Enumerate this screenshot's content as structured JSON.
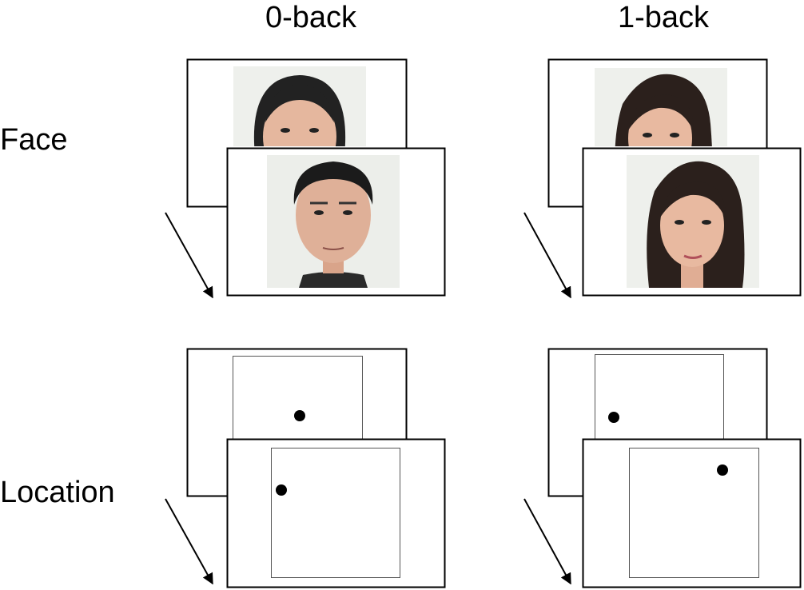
{
  "columns": [
    {
      "label": "0-back"
    },
    {
      "label": "1-back"
    }
  ],
  "rows": [
    {
      "label": "Face"
    },
    {
      "label": "Location"
    }
  ],
  "colors": {
    "stroke": "#000000",
    "background": "#ffffff",
    "dot": "#000000"
  }
}
